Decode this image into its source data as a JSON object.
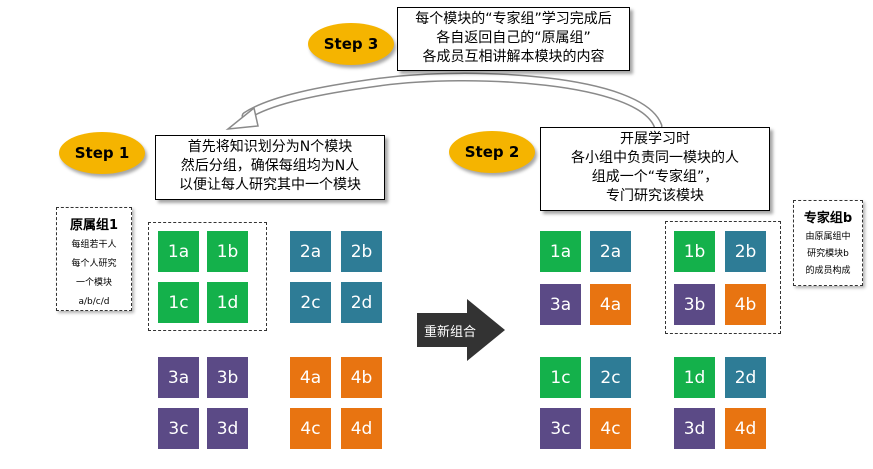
{
  "step1": {
    "label": "Step 1",
    "lines": [
      "首先将知识划分为N个模块",
      "然后分组，确保每组均为N人",
      "以便让每人研究其中一个模块"
    ]
  },
  "step2": {
    "label": "Step 2",
    "lines": [
      "开展学习时",
      "各小组中负责同一模块的人",
      "组成一个“专家组”，",
      "专门研究该模块"
    ]
  },
  "step3": {
    "label": "Step 3",
    "lines": [
      "每个模块的“专家组”学习完成后",
      "各自返回自己的“原属组”",
      "各成员互相讲解本模块的内容"
    ]
  },
  "home_note": {
    "title": "原属组1",
    "lines": [
      "每组若干人",
      "每个人研究",
      "一个模块",
      "a/b/c/d"
    ]
  },
  "expert_note": {
    "title": "专家组b",
    "lines": [
      "由原属组中",
      "研究模块b",
      "的成员构成"
    ]
  },
  "regroup_label": "重新组合",
  "left_tiles": [
    "1a",
    "1b",
    "1c",
    "1d",
    "2a",
    "2b",
    "2c",
    "2d",
    "3a",
    "3b",
    "3c",
    "3d",
    "4a",
    "4b",
    "4c",
    "4d"
  ],
  "right_tiles": [
    "1a",
    "2a",
    "3a",
    "4a",
    "1b",
    "2b",
    "3b",
    "4b",
    "1c",
    "2c",
    "3c",
    "4c",
    "1d",
    "2d",
    "3d",
    "4d"
  ],
  "colors": {
    "group1": "#14b14b",
    "group2": "#2e7c96",
    "group3": "#5b4a86",
    "group4": "#e87411",
    "step_badge": "#f5b400",
    "arrow": "#333333"
  }
}
